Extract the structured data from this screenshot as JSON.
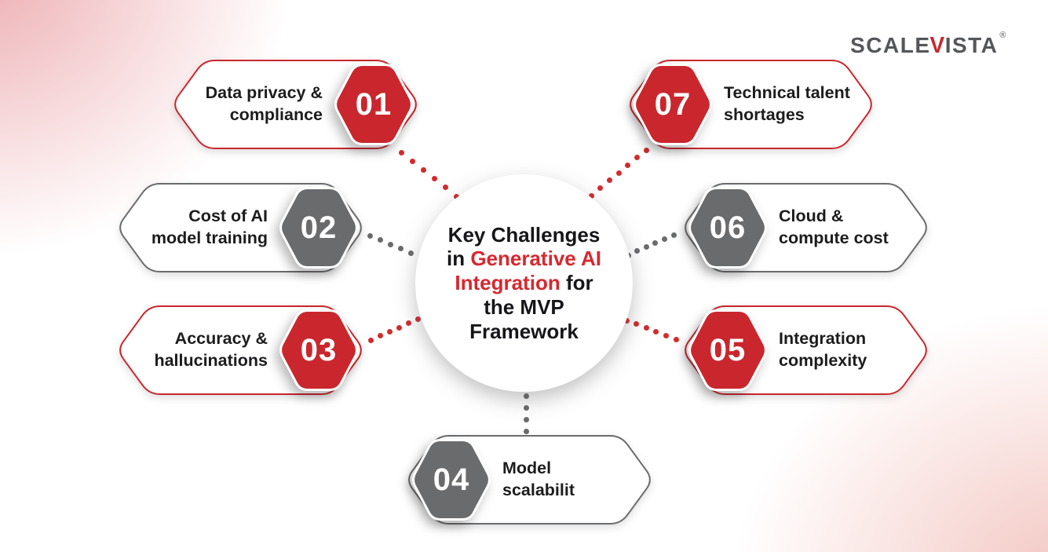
{
  "logo": {
    "text_before_v": "SCALE",
    "v_letter": "V",
    "text_after_v": "ISTA",
    "registered_mark": "®"
  },
  "center": {
    "title_pre": "Key Challenges in ",
    "title_highlight": "Generative AI Integration",
    "title_post": " for the MVP Framework"
  },
  "items": [
    {
      "number": "01",
      "label": "Data privacy &\ncompliance",
      "color": "red"
    },
    {
      "number": "02",
      "label": "Cost of AI\nmodel training",
      "color": "gray"
    },
    {
      "number": "03",
      "label": "Accuracy &\nhallucinations",
      "color": "red"
    },
    {
      "number": "04",
      "label": "Model\nscalabilit",
      "color": "gray"
    },
    {
      "number": "05",
      "label": "Integration\ncomplexity",
      "color": "red"
    },
    {
      "number": "06",
      "label": "Cloud &\ncompute cost",
      "color": "gray"
    },
    {
      "number": "07",
      "label": "Technical talent\nshortages",
      "color": "red"
    }
  ],
  "colors": {
    "red": "#C9272D",
    "gray": "#6A6B6D",
    "dot_red": "#D22C2C",
    "dot_gray": "#6A6B6D",
    "highlight": "#D7282F",
    "text": "#1C1C1E",
    "logo_gray": "#55565A"
  }
}
